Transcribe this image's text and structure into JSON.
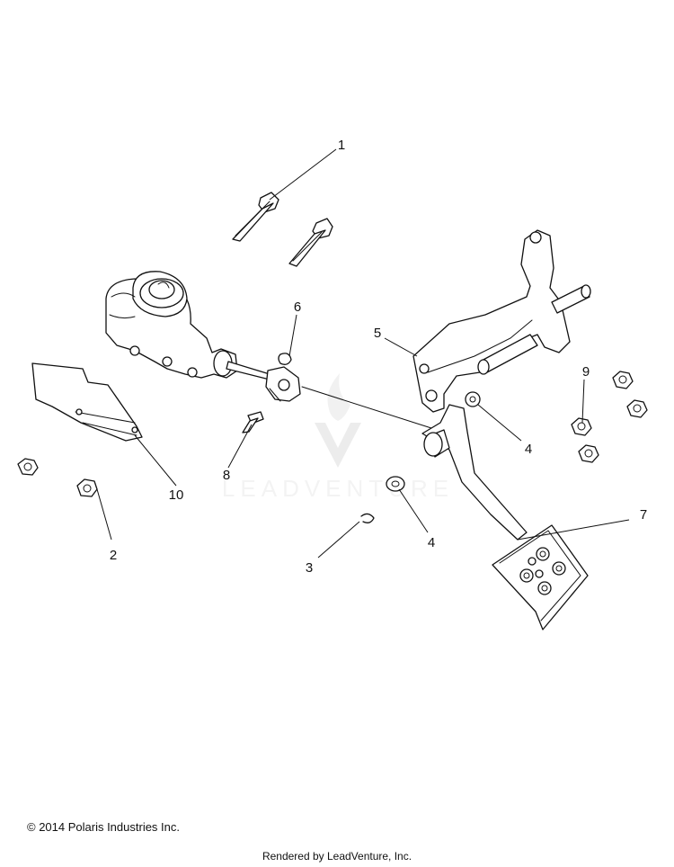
{
  "callouts": [
    "1",
    "2",
    "3",
    "4",
    "4",
    "5",
    "6",
    "7",
    "8",
    "9",
    "10"
  ],
  "watermark": {
    "brand": "LEADVENTURE"
  },
  "footer": {
    "copyright": "© 2014 Polaris Industries Inc.",
    "rendered_by": "Rendered by LeadVenture, Inc."
  }
}
